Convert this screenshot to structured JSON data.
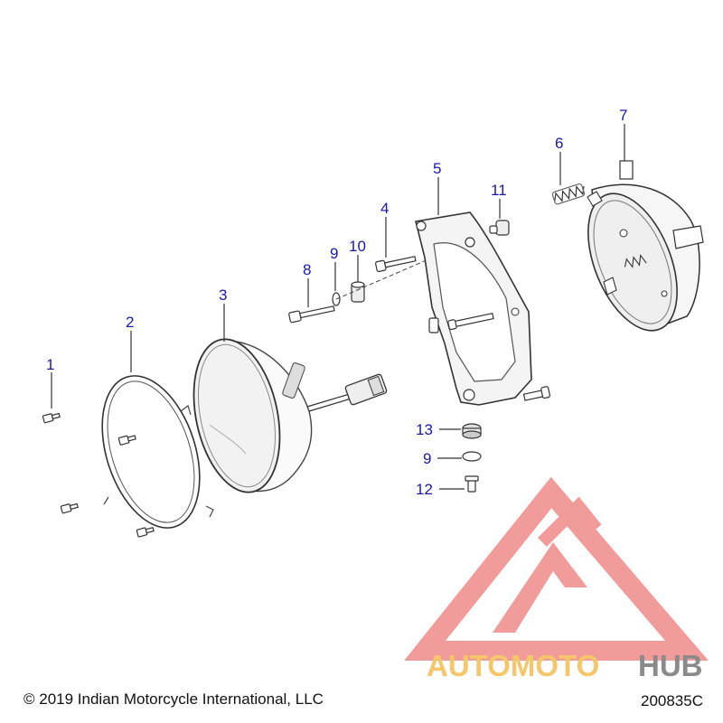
{
  "diagram": {
    "callouts": [
      {
        "id": "c1",
        "number": "1"
      },
      {
        "id": "c2",
        "number": "2"
      },
      {
        "id": "c3",
        "number": "3"
      },
      {
        "id": "c4",
        "number": "4"
      },
      {
        "id": "c5",
        "number": "5"
      },
      {
        "id": "c6",
        "number": "6"
      },
      {
        "id": "c7",
        "number": "7"
      },
      {
        "id": "c8",
        "number": "8"
      },
      {
        "id": "c9a",
        "number": "9"
      },
      {
        "id": "c10",
        "number": "10"
      },
      {
        "id": "c11",
        "number": "11"
      },
      {
        "id": "c13",
        "number": "13"
      },
      {
        "id": "c9b",
        "number": "9"
      },
      {
        "id": "c12",
        "number": "12"
      }
    ],
    "callout_color": "#1a1aa6",
    "line_color": "#333333"
  },
  "watermark": {
    "brand_part1": "AUTOMOTO",
    "brand_part2": "HUB",
    "color_accent": "#f08a8a",
    "color_gold": "#f5c66a",
    "color_gray": "#8a8a8a"
  },
  "footer": {
    "copyright": "© 2019 Indian Motorcycle International, LLC",
    "diagram_code": "200835C"
  }
}
